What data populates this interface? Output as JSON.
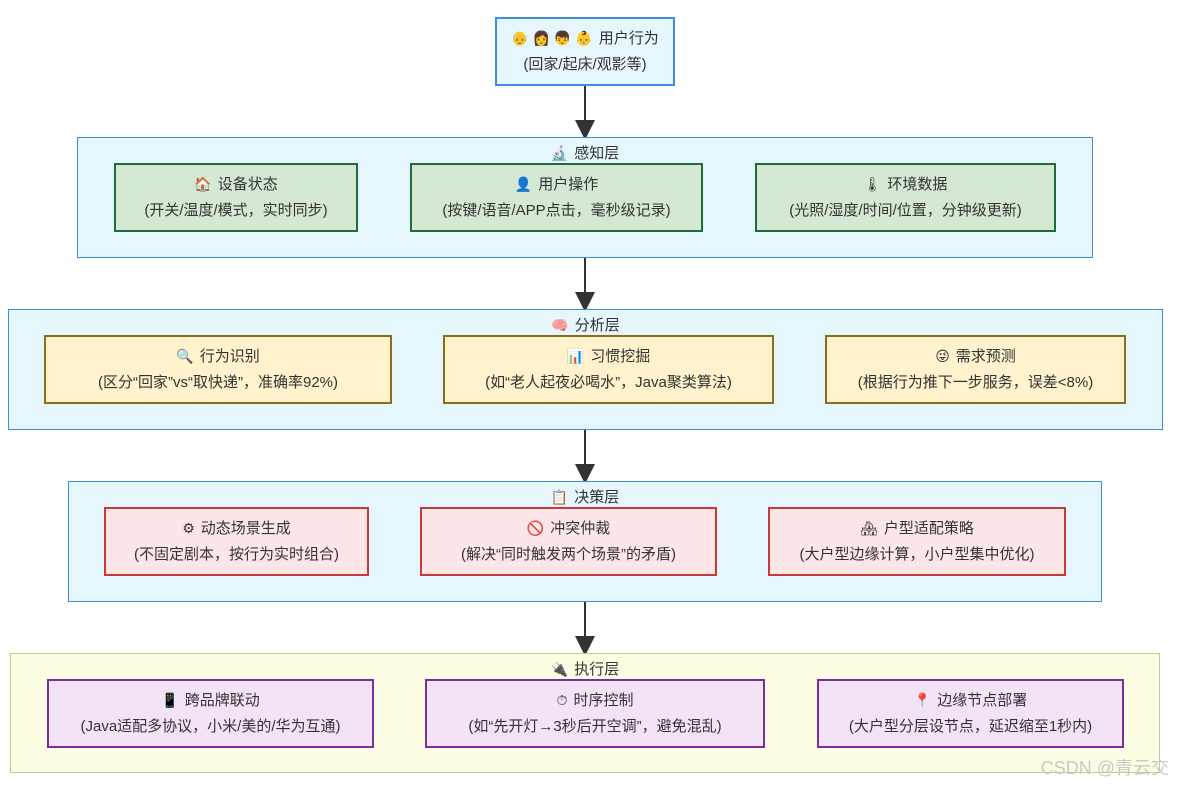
{
  "top_node": {
    "icons": "👴 👩 👦 👶",
    "title": "用户行为",
    "subtitle": "(回家/起床/观影等)"
  },
  "layers": [
    {
      "title": "感知层",
      "icon": "🔬",
      "nodes": [
        {
          "icon": "🏠",
          "title": "设备状态",
          "subtitle": "(开关/温度/模式，实时同步)"
        },
        {
          "icon": "👤",
          "title": "用户操作",
          "subtitle": "(按键/语音/APP点击，毫秒级记录)"
        },
        {
          "icon": "🌡",
          "title": "环境数据",
          "subtitle": "(光照/湿度/时间/位置，分钟级更新)"
        }
      ]
    },
    {
      "title": "分析层",
      "icon": "🧠",
      "nodes": [
        {
          "icon": "🔍",
          "title": "行为识别",
          "subtitle": "(区分“回家”vs“取快递”，准确率92%)"
        },
        {
          "icon": "📊",
          "title": "习惯挖掘",
          "subtitle": "(如“老人起夜必喝水”，Java聚类算法)"
        },
        {
          "icon": "😜",
          "title": "需求预测",
          "subtitle": "(根据行为推下一步服务，误差<8%)"
        }
      ]
    },
    {
      "title": "决策层",
      "icon": "📋",
      "nodes": [
        {
          "icon": "⚙",
          "title": "动态场景生成",
          "subtitle": "(不固定剧本，按行为实时组合)"
        },
        {
          "icon": "🚫",
          "title": "冲突仲裁",
          "subtitle": "(解决“同时触发两个场景”的矛盾)"
        },
        {
          "icon": "🏘",
          "title": "户型适配策略",
          "subtitle": "(大户型边缘计算，小户型集中优化)"
        }
      ]
    },
    {
      "title": "执行层",
      "icon": "🔌",
      "nodes": [
        {
          "icon": "📱",
          "title": "跨品牌联动",
          "subtitle": "(Java适配多协议，小米/美的/华为互通)"
        },
        {
          "icon": "⏱",
          "title": "时序控制",
          "subtitle": "(如“先开灯→3秒后开空调”，避免混乱)"
        },
        {
          "icon": "📍",
          "title": "边缘节点部署",
          "subtitle": "(大户型分层设节点，延迟缩至1秒内)"
        }
      ]
    }
  ],
  "watermark": "CSDN @青云交",
  "colors": {
    "layer_border": "#3e8de0",
    "layer_bg": "#e6f6fd",
    "exec_bg": "#fdfde3",
    "perception_node": "#d5e8d4",
    "analysis_node": "#fff2cc",
    "decision_node": "#fde6e8",
    "execution_node": "#f3e3f6"
  }
}
